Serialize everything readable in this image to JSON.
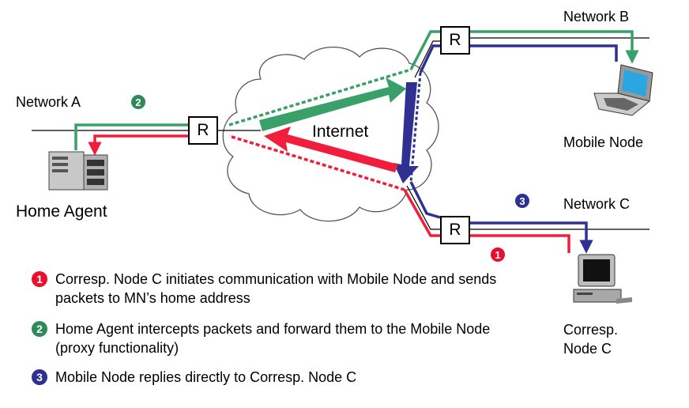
{
  "labels": {
    "network_a": "Network A",
    "network_b": "Network B",
    "network_c": "Network C",
    "internet": "Internet",
    "home_agent": "Home Agent",
    "mobile_node": "Mobile Node",
    "corresp_node_line1": "Corresp.",
    "corresp_node_line2": "Node C",
    "router": "R"
  },
  "badges": {
    "one": "1",
    "two": "2",
    "three": "3"
  },
  "legend": [
    {
      "number": "1",
      "color": "#e8102e",
      "text": "Corresp. Node C initiates communication with Mobile Node and sends packets to MN’s home address"
    },
    {
      "number": "2",
      "color": "#2e8b57",
      "text": "Home Agent intercepts packets and forward them to the Mobile Node (proxy functionality)"
    },
    {
      "number": "3",
      "color": "#2e3192",
      "text": "Mobile Node replies directly to Corresp. Node C"
    }
  ],
  "colors": {
    "red": "#f01e3c",
    "green": "#3aa06a",
    "blue": "#2e3192"
  },
  "icons": {
    "home_agent": "server-tower-icon",
    "mobile_node": "laptop-icon",
    "corresp_node": "desktop-computer-icon",
    "internet": "cloud-icon"
  }
}
